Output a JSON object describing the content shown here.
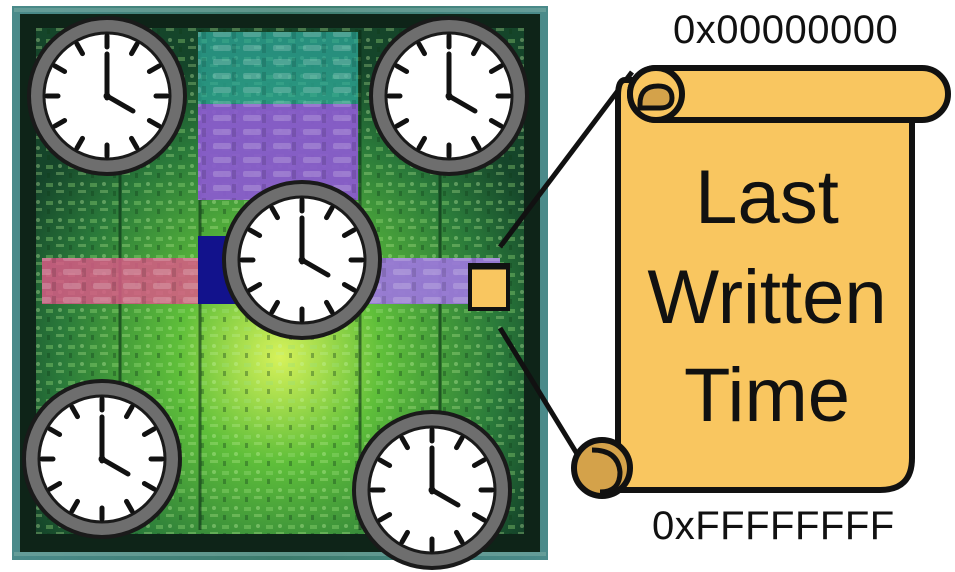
{
  "labels": {
    "address_start": "0x00000000",
    "address_end": "0xFFFFFFFF",
    "scroll_line1": "Last",
    "scroll_line2": "Written",
    "scroll_line3": "Time"
  },
  "icons": {
    "clock": "clock-icon",
    "scroll": "scroll-icon",
    "memory_cell": "memory-cell-icon"
  },
  "colors": {
    "die_green": "#2f8a3a",
    "die_dark": "#0f2a1a",
    "purple_band": "#8a5ccc",
    "pink_band": "#d85a86",
    "blue_block": "#12128c",
    "scroll_fill": "#f9c660",
    "scroll_curl": "#d4a24a",
    "clock_rim": "#6e6e6e"
  }
}
